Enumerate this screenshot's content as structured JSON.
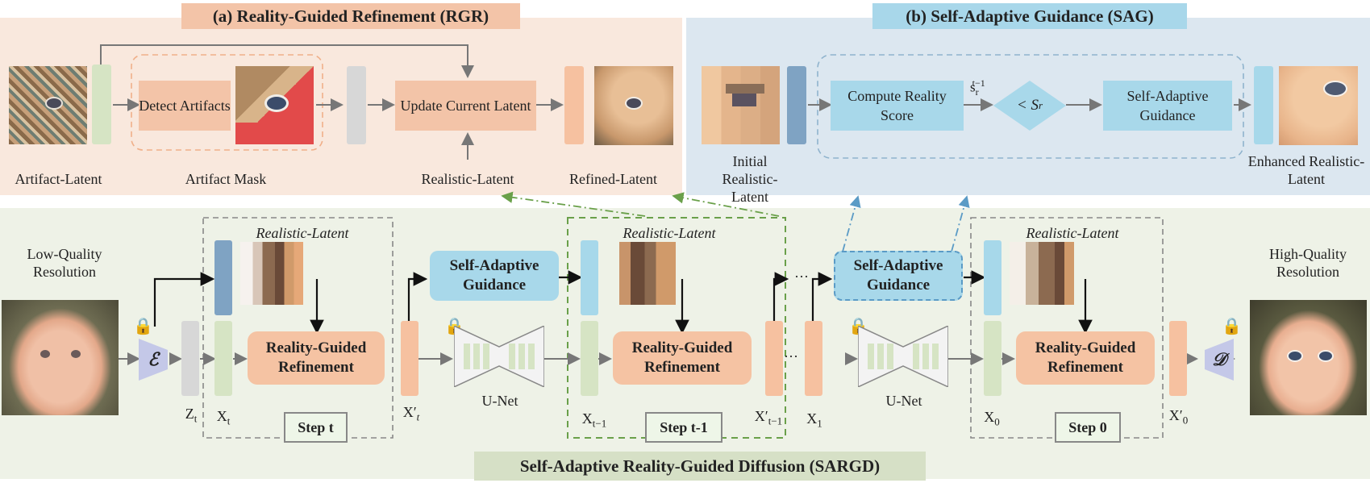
{
  "panel_a": {
    "title": "(a) Reality-Guided Refinement (RGR)",
    "detect": "Detect Artifacts",
    "update": "Update Current Latent",
    "labels": {
      "artifact_latent": "Artifact-Latent",
      "artifact_mask": "Artifact Mask",
      "realistic_latent": "Realistic-Latent",
      "refined_latent": "Refined-Latent"
    }
  },
  "panel_b": {
    "title": "(b) Self-Adaptive Guidance (SAG)",
    "compute": "Compute Reality Score",
    "score_base": "s",
    "score_sub": "r",
    "score_sup": "t−1",
    "compare": "< S",
    "compare_sub": "r",
    "sag": "Self-Adaptive Guidance",
    "labels": {
      "initial": "Initial Realistic-Latent",
      "enhanced": "Enhanced Realistic-Latent"
    }
  },
  "panel_c": {
    "title": "Self-Adaptive Reality-Guided Diffusion (SARGD)",
    "low_quality": "Low-Quality Resolution",
    "high_quality": "High-Quality Resolution",
    "encoder": "ℰ",
    "decoder": "𝒟",
    "z_base": "Z",
    "z_sub": "t",
    "realistic_latent": "Realistic-Latent",
    "refine": "Reality-Guided Refinement",
    "sag": "Self-Adaptive Guidance",
    "unet": "U-Net",
    "ellipsis": "···",
    "steps": [
      {
        "label": "Step t",
        "x_in": "X",
        "x_in_sub": "t",
        "x_out": "X′",
        "x_out_sub": "t"
      },
      {
        "label": "Step t-1",
        "x_in": "X",
        "x_in_sub": "t−1",
        "x_out": "X′",
        "x_out_sub": "t−1"
      },
      {
        "label": "Step 0",
        "x_in": "X",
        "x_in_sub": "0",
        "x_out": "X′",
        "x_out_sub": "0"
      }
    ],
    "x1": "X",
    "x1_sub": "1"
  },
  "colors": {
    "panel_a_bg": "#f9e8dd",
    "panel_b_bg": "#dce7f0",
    "panel_c_bg": "#eef2e7",
    "refine": "#f5c3a3",
    "guidance": "#a8d8ea",
    "green_latent": "#d6e4c4",
    "dashed_green": "#6aa04a",
    "dashed_blue": "#5b9bc6"
  }
}
